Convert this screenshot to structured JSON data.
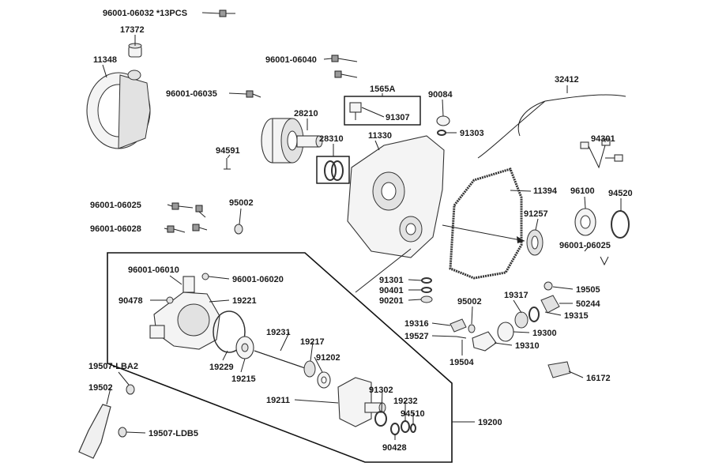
{
  "labels": {
    "l01": "96001-06032 *13PCS",
    "l02": "17372",
    "l03": "11348",
    "l04": "96001-06040",
    "l05": "96001-06035",
    "l06": "1565A",
    "l07": "91307",
    "l08": "90084",
    "l09": "91303",
    "l10": "32412",
    "l11": "28210",
    "l12": "28310",
    "l13": "11330",
    "l14": "94591",
    "l15": "94301",
    "l16": "96001-06025",
    "l17": "95002",
    "l18": "96001-06028",
    "l19": "11394",
    "l20": "96100",
    "l21": "94520",
    "l22": "91257",
    "l23": "96001-06025",
    "l24": "96001-06010",
    "l25": "96001-06020",
    "l26": "90478",
    "l27": "19221",
    "l28": "91301",
    "l29": "90401",
    "l30": "90201",
    "l31": "95002",
    "l32": "19317",
    "l33": "19505",
    "l34": "50244",
    "l35": "19315",
    "l36": "19316",
    "l37": "19300",
    "l38": "19527",
    "l39": "19310",
    "l40": "19231",
    "l41": "19217",
    "l42": "91202",
    "l43": "19229",
    "l44": "19215",
    "l45": "19504",
    "l46": "16172",
    "l47": "19507-LBA2",
    "l48": "19502",
    "l49": "19211",
    "l50": "91302",
    "l51": "19232",
    "l52": "94510",
    "l53": "19200",
    "l54": "90428",
    "l55": "19507-LDB5"
  }
}
